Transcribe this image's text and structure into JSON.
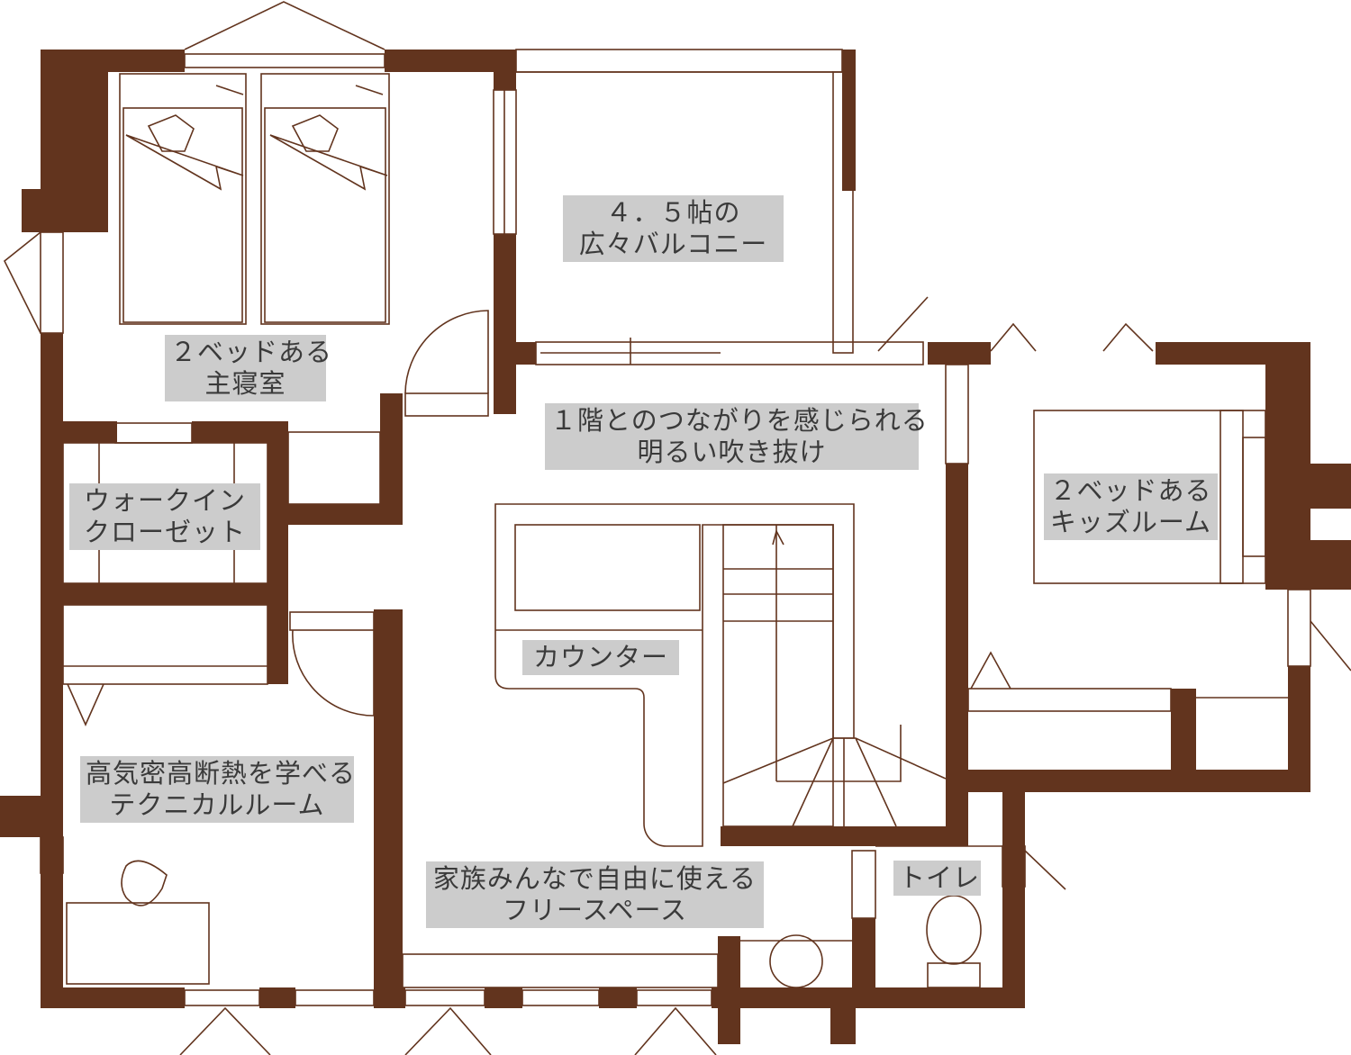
{
  "colors": {
    "wall": "#62341e",
    "label_bg": "#cccccc",
    "text": "#3a3a3a"
  },
  "rooms": {
    "balcony": {
      "line1": "４．５帖の",
      "line2": "広々バルコニー"
    },
    "master_bedroom": {
      "line1": "２ベッドある",
      "line2": "主寝室"
    },
    "atrium": {
      "line1": "１階とのつながりを感じられる",
      "line2": "明るい吹き抜け"
    },
    "kids_room": {
      "line1": "２ベッドある",
      "line2": "キッズルーム"
    },
    "closet": {
      "line1": "ウォークイン",
      "line2": "クローゼット"
    },
    "counter": {
      "line1": "カウンター"
    },
    "technical_room": {
      "line1": "高気密高断熱を学べる",
      "line2": "テクニカルルーム"
    },
    "free_space": {
      "line1": "家族みんなで自由に使える",
      "line2": "フリースペース"
    },
    "toilet": {
      "line1": "トイレ"
    }
  }
}
